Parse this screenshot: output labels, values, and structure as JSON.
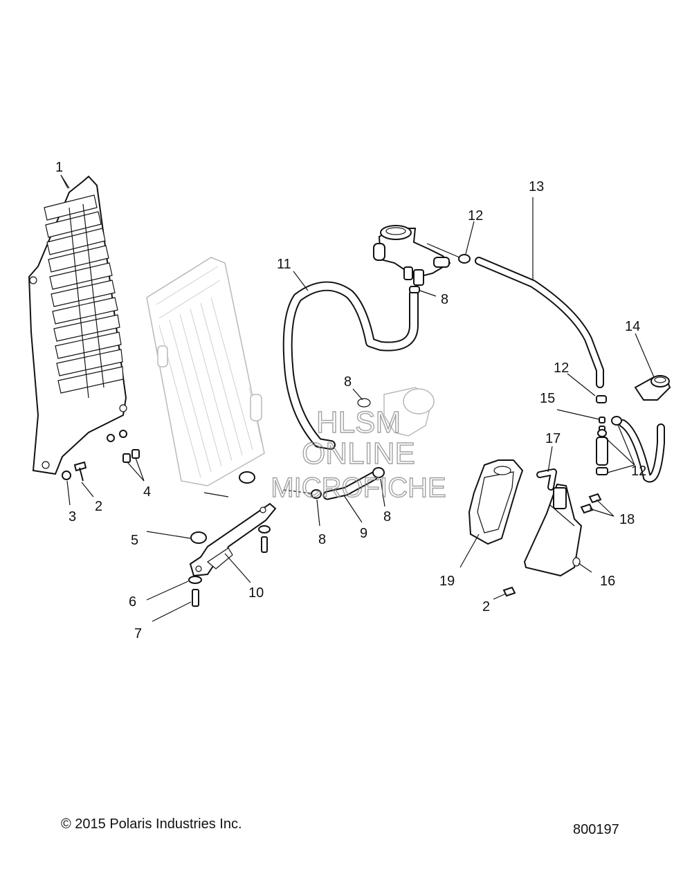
{
  "callouts": {
    "c1": "1",
    "c2a": "2",
    "c2b": "2",
    "c3": "3",
    "c4": "4",
    "c5": "5",
    "c6": "6",
    "c7": "7",
    "c8a": "8",
    "c8b": "8",
    "c8c": "8",
    "c8d": "8",
    "c9": "9",
    "c10": "10",
    "c11": "11",
    "c12a": "12",
    "c12b": "12",
    "c12c": "12",
    "c13": "13",
    "c14": "14",
    "c15": "15",
    "c16": "16",
    "c17": "17",
    "c18": "18",
    "c19": "19"
  },
  "watermark": {
    "line1": "HLSM",
    "line2": "ONLINE",
    "line3": "MICROFICHE"
  },
  "footer": {
    "copyright": "© 2015 Polaris Industries Inc.",
    "drawing_number": "800197"
  }
}
